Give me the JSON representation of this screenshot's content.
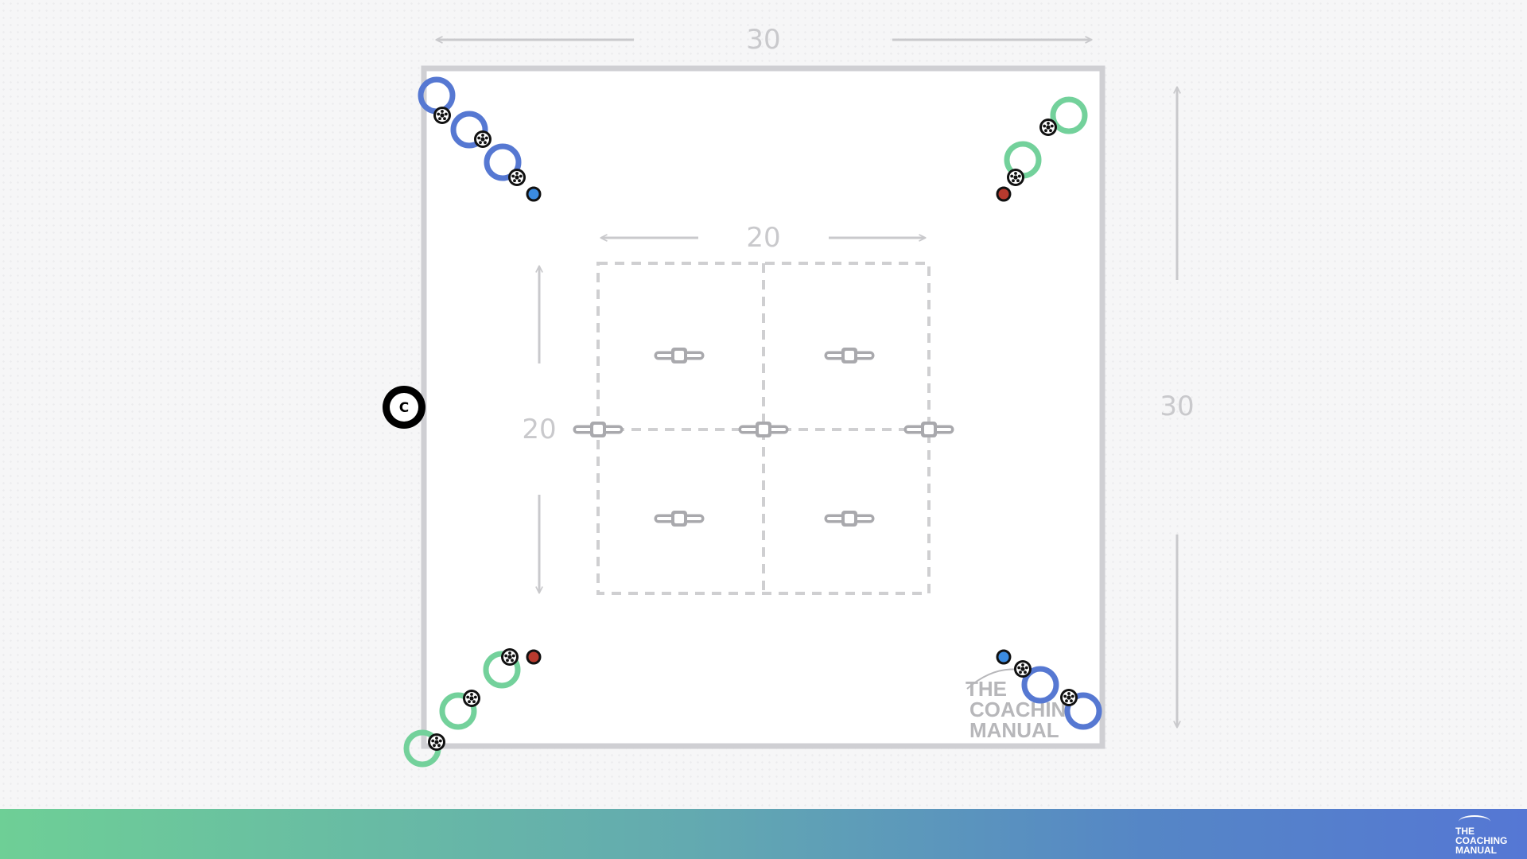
{
  "pitch": {
    "top_dimension": "30",
    "right_dimension": "30"
  },
  "grid": {
    "top_dimension": "20",
    "left_dimension": "20"
  },
  "coach": {
    "label": "C"
  },
  "watermark": {
    "line1": "THE",
    "line2": "COACHIN",
    "line3": "MANUAL"
  },
  "footer_logo": {
    "line1": "THE",
    "line2": "COACHING",
    "line3": "MANUAL"
  },
  "colors": {
    "team_blue": "#5678d2",
    "team_green": "#73d19b",
    "cone_blue": "#3b8be0",
    "cone_red": "#b83a2e",
    "boundary": "#cfcfd3",
    "dashed_grid": "#cfcfd1",
    "mannequin": "#a9a9ad"
  },
  "icons": {
    "player": "ring-player-icon",
    "ball": "soccer-ball-icon",
    "cone": "disc-cone-icon",
    "mannequin": "mannequin-icon",
    "coach": "coach-icon"
  }
}
